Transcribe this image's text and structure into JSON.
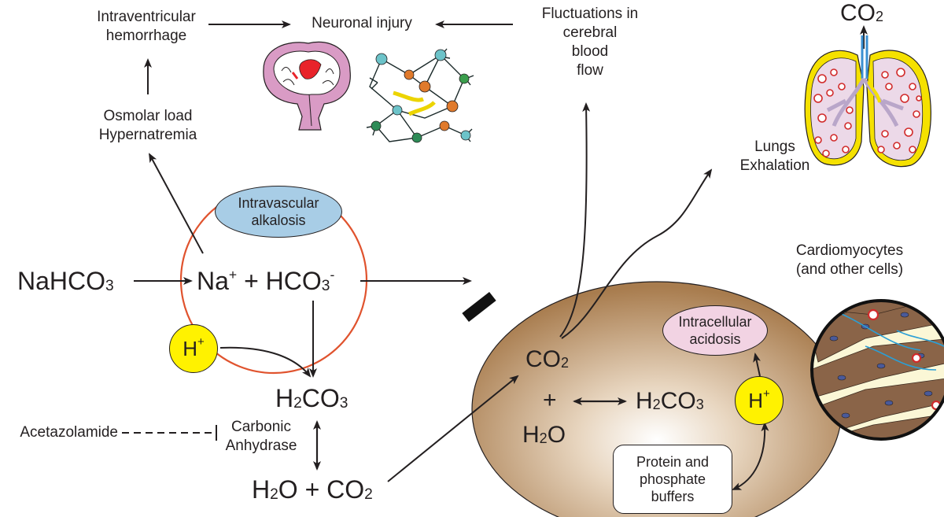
{
  "labels": {
    "intraventricular_hemorrhage": "Intraventricular\nhemorrhage",
    "neuronal_injury": "Neuronal injury",
    "fluctuations": "Fluctuations in\ncerebral\nblood\nflow",
    "osmolar_load": "Osmolar load\nHypernatremia",
    "lungs_exhalation": "Lungs\nExhalation",
    "intravascular_alkalosis": "Intravascular\nalkalosis",
    "cardiomyocytes": "Cardiomyocytes\n(and other cells)",
    "intracellular_acidosis": "Intracellular\nacidosis",
    "acetazolamide": "Acetazolamide",
    "carbonic_anhydrase": "Carbonic\nAnhydrase",
    "buffers": "Protein and\nphosphate\nbuffers"
  },
  "chem": {
    "nahco3_base": "NaHCO",
    "sub3": "3",
    "sub2": "2",
    "na": "Na",
    "plus_sign": "+",
    "hco3_base": "HCO",
    "minus": "-",
    "h": "H",
    "co3": "CO",
    "o": "O",
    "co": "CO",
    "plus": "+",
    "h2o_plus_co2_mid": "O + CO"
  },
  "colors": {
    "ring": "#e0532e",
    "alkalosis_fill": "#a8cde6",
    "acidosis_fill": "#f2d3e3",
    "hplus_fill": "#fff200",
    "cell_fill": "#b88f60",
    "lung_border": "#f5e100",
    "blood_cell": "#d12b2b"
  },
  "icons": [
    "brain-icon",
    "neuron-network-icon",
    "lungs-icon",
    "cardiomyocytes-icon",
    "blocked-bar-icon"
  ]
}
